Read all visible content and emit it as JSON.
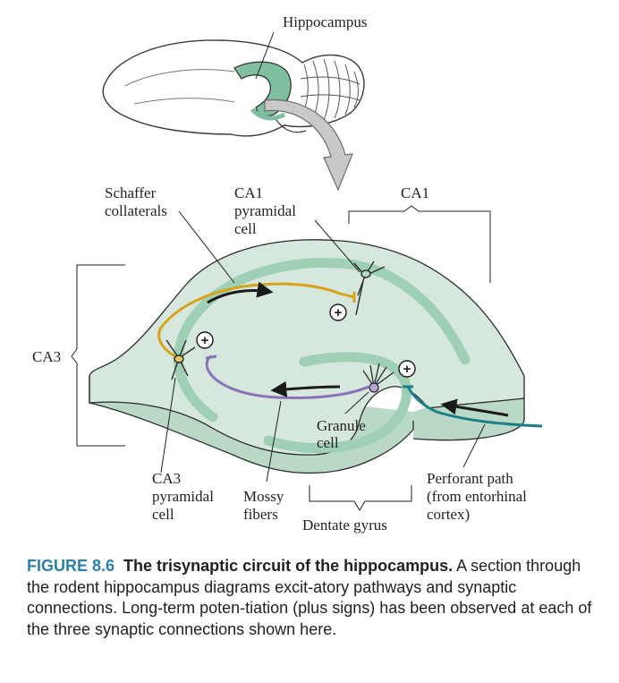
{
  "labels": {
    "hippocampus": "Hippocampus",
    "schaffer": [
      "Schaffer",
      "collaterals"
    ],
    "ca1_pyramidal": [
      "CA1",
      "pyramidal",
      "cell"
    ],
    "ca1_region": "CA1",
    "ca3_region": "CA3",
    "granule": [
      "Granule",
      "cell"
    ],
    "ca3_pyramidal": [
      "CA3",
      "pyramidal",
      "cell"
    ],
    "mossy": [
      "Mossy",
      "fibers"
    ],
    "perforant": [
      "Perforant path",
      "(from entorhinal",
      "cortex)"
    ],
    "dentate": "Dentate gyrus",
    "plus": "+"
  },
  "caption": {
    "figure_number": "FIGURE 8.6",
    "title": "The trisynaptic circuit of the hippocampus.",
    "body": "A section through the rodent hippocampus diagrams excit-atory pathways and synaptic connections. Long-term poten-tiation (plus signs) has been observed at each of the three synaptic connections shown here."
  },
  "colors": {
    "tissue": "#d6e8dd",
    "tissue_band": "#9fcfb4",
    "schaffer": "#d9a21b",
    "mossy": "#8a72b5",
    "perforant": "#1f7f86",
    "neuron_outline": "#2b2b2b",
    "caption_accent": "#2a7fb0"
  }
}
